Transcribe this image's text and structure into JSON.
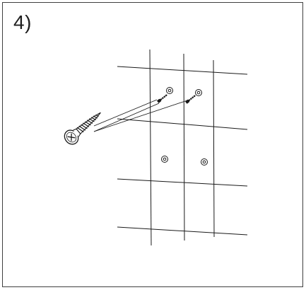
{
  "step": {
    "label": "4)"
  },
  "colors": {
    "line": "#1a1a1a",
    "background": "#ffffff",
    "frame": "#3f3f3f"
  },
  "icons": {
    "large_screw": "screw-icon",
    "small_screw": "small-screw-icon",
    "wall_hole": "mounting-hole-icon"
  },
  "wall": {
    "holes_with_screws": 2,
    "empty_holes": 2
  }
}
